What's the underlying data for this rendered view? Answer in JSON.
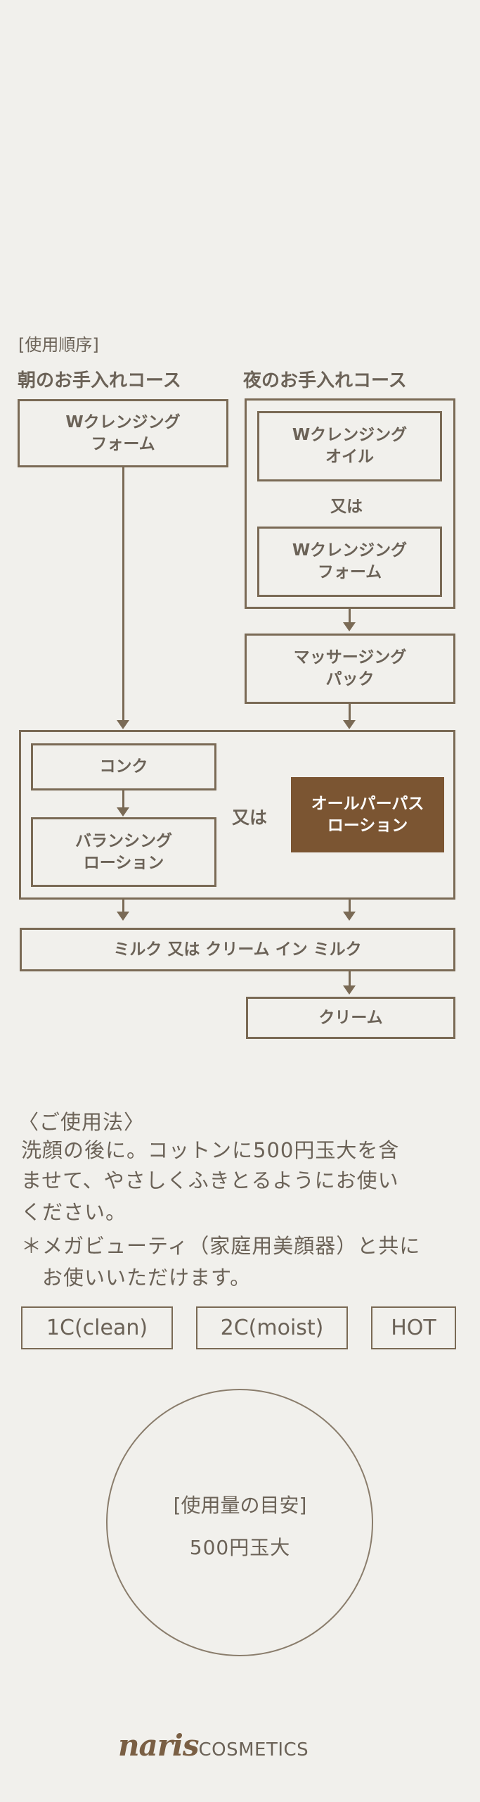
{
  "section_title": "[使用順序]",
  "morning_course": "朝のお手入れコース",
  "night_course": "夜のお手入れコース",
  "morning_step1": [
    "Wクレンジング",
    "フォーム"
  ],
  "night_option1": [
    "Wクレンジング",
    "オイル"
  ],
  "or_label": "又は",
  "night_option2": [
    "Wクレンジング",
    "フォーム"
  ],
  "massage_pack": [
    "マッサージング",
    "パック"
  ],
  "concentrate": "コンク",
  "balancing_lotion": [
    "バランシング",
    "ローション"
  ],
  "all_purpose_lotion": [
    "オールパーパス",
    "ローション"
  ],
  "milk_step": "ミルク 又は クリーム イン ミルク",
  "cream_step": "クリーム",
  "usage": {
    "heading": "〈ご使用法〉",
    "lines": [
      "洗顔の後に。コットンに500円玉大を含",
      "ませて、やさしくふきとるようにお使い",
      "ください。",
      "＊メガビューティ（家庭用美顔器）と共に",
      "　お使いいただけます。"
    ]
  },
  "modes": [
    "1C(clean)",
    "2C(moist)",
    "HOT"
  ],
  "amount": {
    "title": "[使用量の目安]",
    "value": "500円玉大"
  },
  "brand": {
    "script": "naris",
    "suffix": "COSMETICS"
  },
  "colors": {
    "line": "#7a6a55",
    "highlight": "#7b5532",
    "text": "#6b6257"
  }
}
